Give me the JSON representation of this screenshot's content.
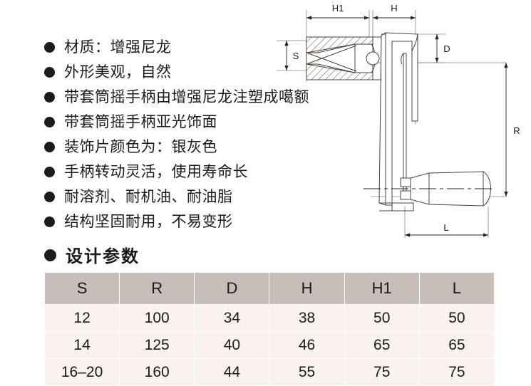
{
  "features": [
    {
      "text": "材质：增强尼龙"
    },
    {
      "text": "外形美观，自然"
    },
    {
      "text": "带套筒摇手柄由增强尼龙注塑成噶额"
    },
    {
      "text": "带套筒摇手柄亚光饰面"
    },
    {
      "text": "装饰片颜色为：银灰色"
    },
    {
      "text": "手柄转动灵活，使用寿命长"
    },
    {
      "text": "耐溶剂、耐机油、耐油脂"
    },
    {
      "text": "结构坚固耐用，不易变形"
    }
  ],
  "design_params": {
    "heading": "设计参数"
  },
  "table": {
    "headers": [
      "S",
      "R",
      "D",
      "H",
      "H1",
      "L"
    ],
    "rows": [
      [
        "12",
        "100",
        "34",
        "38",
        "50",
        "50"
      ],
      [
        "14",
        "125",
        "40",
        "46",
        "65",
        "65"
      ],
      [
        "16–20",
        "160",
        "44",
        "55",
        "75",
        "75"
      ]
    ]
  },
  "drawing": {
    "dimensions": {
      "h1": "H1",
      "h": "H",
      "s": "S",
      "d": "D",
      "r": "R",
      "l": "L"
    }
  },
  "colors": {
    "table_header_bg": "#c7bdb9",
    "table_cell_bg": "#faf2ef",
    "text": "#1a1a1a",
    "drawing_line": "#4a4038"
  }
}
